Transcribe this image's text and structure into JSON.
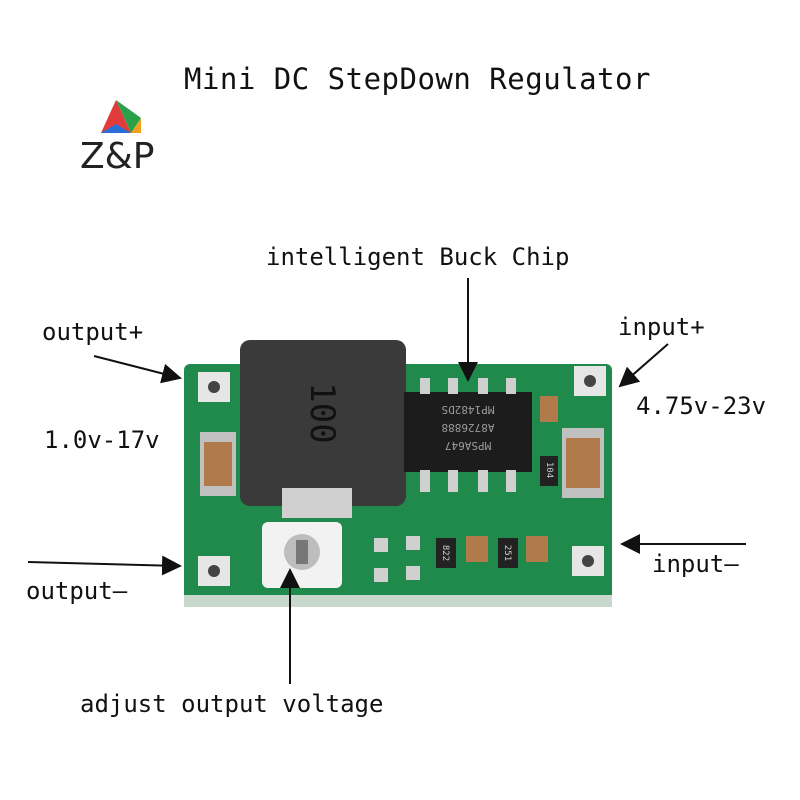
{
  "title": "Mini DC StepDown Regulator",
  "logo": {
    "text": "Z&P",
    "colors": [
      "#e23b3b",
      "#2aa04a",
      "#2a6fd6",
      "#f0a020"
    ]
  },
  "inductor_marking": "100",
  "chip": {
    "lines": [
      "MP1482DS",
      "A8726888",
      "MPSA647"
    ]
  },
  "resistor_marks": [
    "822",
    "251",
    "104"
  ],
  "labels": {
    "chip": "intelligent Buck Chip",
    "output_plus": "output+",
    "output_range": "1.0v-17v",
    "input_plus": "input+",
    "input_range": "4.75v-23v",
    "output_minus": "output—",
    "input_minus": "input—",
    "adjust": "adjust output voltage"
  },
  "colors": {
    "pcb": "#1f8a4c",
    "inductor": "#3a3a3a",
    "cap": "#b07a4a"
  }
}
